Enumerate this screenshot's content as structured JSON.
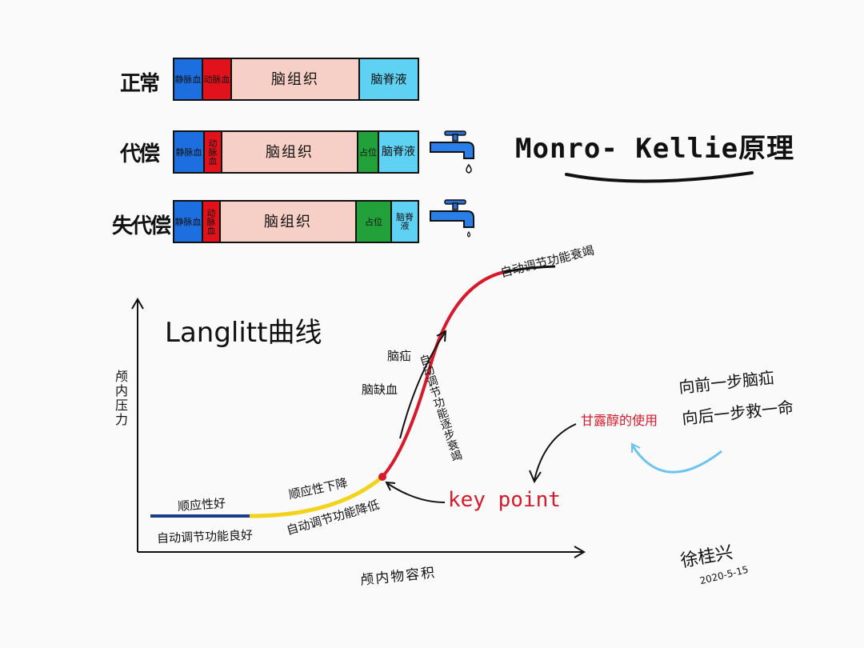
{
  "colors": {
    "venous": "#1d6fe0",
    "arterial": "#e2121c",
    "tissue": "#f6cfc6",
    "csf": "#5fd1f2",
    "lesion": "#22a03a",
    "curve_blue": "#1a3e8c",
    "curve_yellow": "#f2d21b",
    "curve_red": "#d7192a",
    "accent_red": "#d7192a",
    "light_blue": "#6cc3f0"
  },
  "rows": [
    {
      "label": "正常",
      "segments": [
        {
          "text": "静脉血",
          "color": "venous",
          "type": "venous"
        },
        {
          "text": "动脉血",
          "color": "arterial",
          "type": "arterial"
        },
        {
          "text": "脑组织",
          "color": "tissue",
          "type": "tissue"
        },
        {
          "text": "脑脊液",
          "color": "csf",
          "type": "csf"
        }
      ],
      "faucet": false
    },
    {
      "label": "代偿",
      "segments": [
        {
          "text": "静脉血",
          "color": "venous",
          "type": "venous"
        },
        {
          "text": "动脉血",
          "color": "arterial",
          "type": "arterial"
        },
        {
          "text": "脑组织",
          "color": "tissue",
          "type": "tissue"
        },
        {
          "text": "占位",
          "color": "lesion",
          "type": "lesion"
        },
        {
          "text": "脑脊液",
          "color": "csf",
          "type": "csf"
        }
      ],
      "faucet": true
    },
    {
      "label": "失代偿",
      "segments": [
        {
          "text": "静脉血",
          "color": "venous",
          "type": "venous"
        },
        {
          "text": "动脉血",
          "color": "arterial",
          "type": "arterial"
        },
        {
          "text": "脑组织",
          "color": "tissue",
          "type": "tissue"
        },
        {
          "text": "占位",
          "color": "lesion",
          "type": "lesion"
        },
        {
          "text": "脑脊液",
          "color": "csf",
          "type": "csf"
        }
      ],
      "faucet": true
    }
  ],
  "monro_title": "Monro- Kellie原理",
  "langlitt_title": "Langlitt曲线",
  "axes": {
    "y_label": "颅内压力",
    "x_label": "颅内物容积"
  },
  "annotations": {
    "compliance_good": "顺应性好",
    "autoreg_good": "自动调节功能良好",
    "compliance_down": "顺应性下降",
    "autoreg_down": "自动调节功能降低",
    "autoreg_failing": "自动调节功能逐步衰竭",
    "autoreg_failed": "自动调节功能衰竭",
    "herniation": "脑疝",
    "ischemia": "脑缺血",
    "key_point": "key point",
    "mannitol": "甘露醇的使用",
    "forward": "向前一步脑疝",
    "backward": "向后一步救一命"
  },
  "signature": {
    "name": "徐桂兴",
    "date": "2020-5-15"
  }
}
